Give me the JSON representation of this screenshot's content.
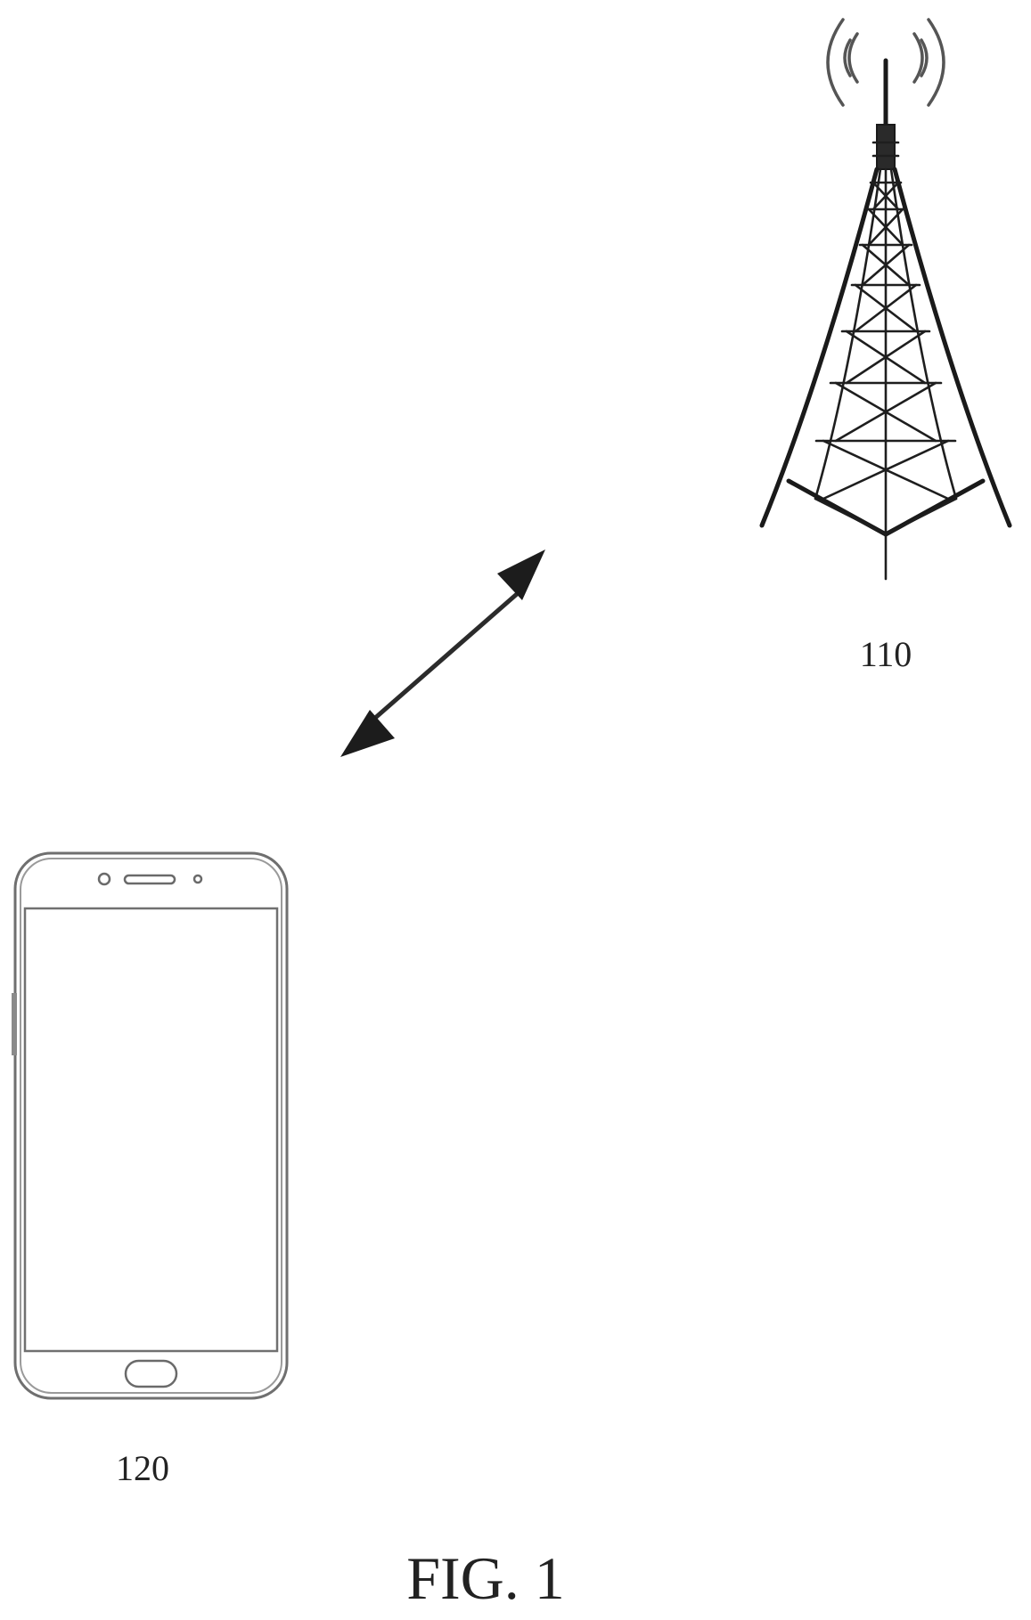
{
  "figure": {
    "base_station_label": "110",
    "terminal_label": "120",
    "caption": "FIG. 1"
  },
  "icons": [
    "base-station-tower-icon",
    "mobile-phone-icon",
    "bidirectional-arrow-icon"
  ],
  "colors": {
    "line": "#1e1e1e",
    "phone_outline": "#6f6f6f",
    "background": "#ffffff"
  }
}
